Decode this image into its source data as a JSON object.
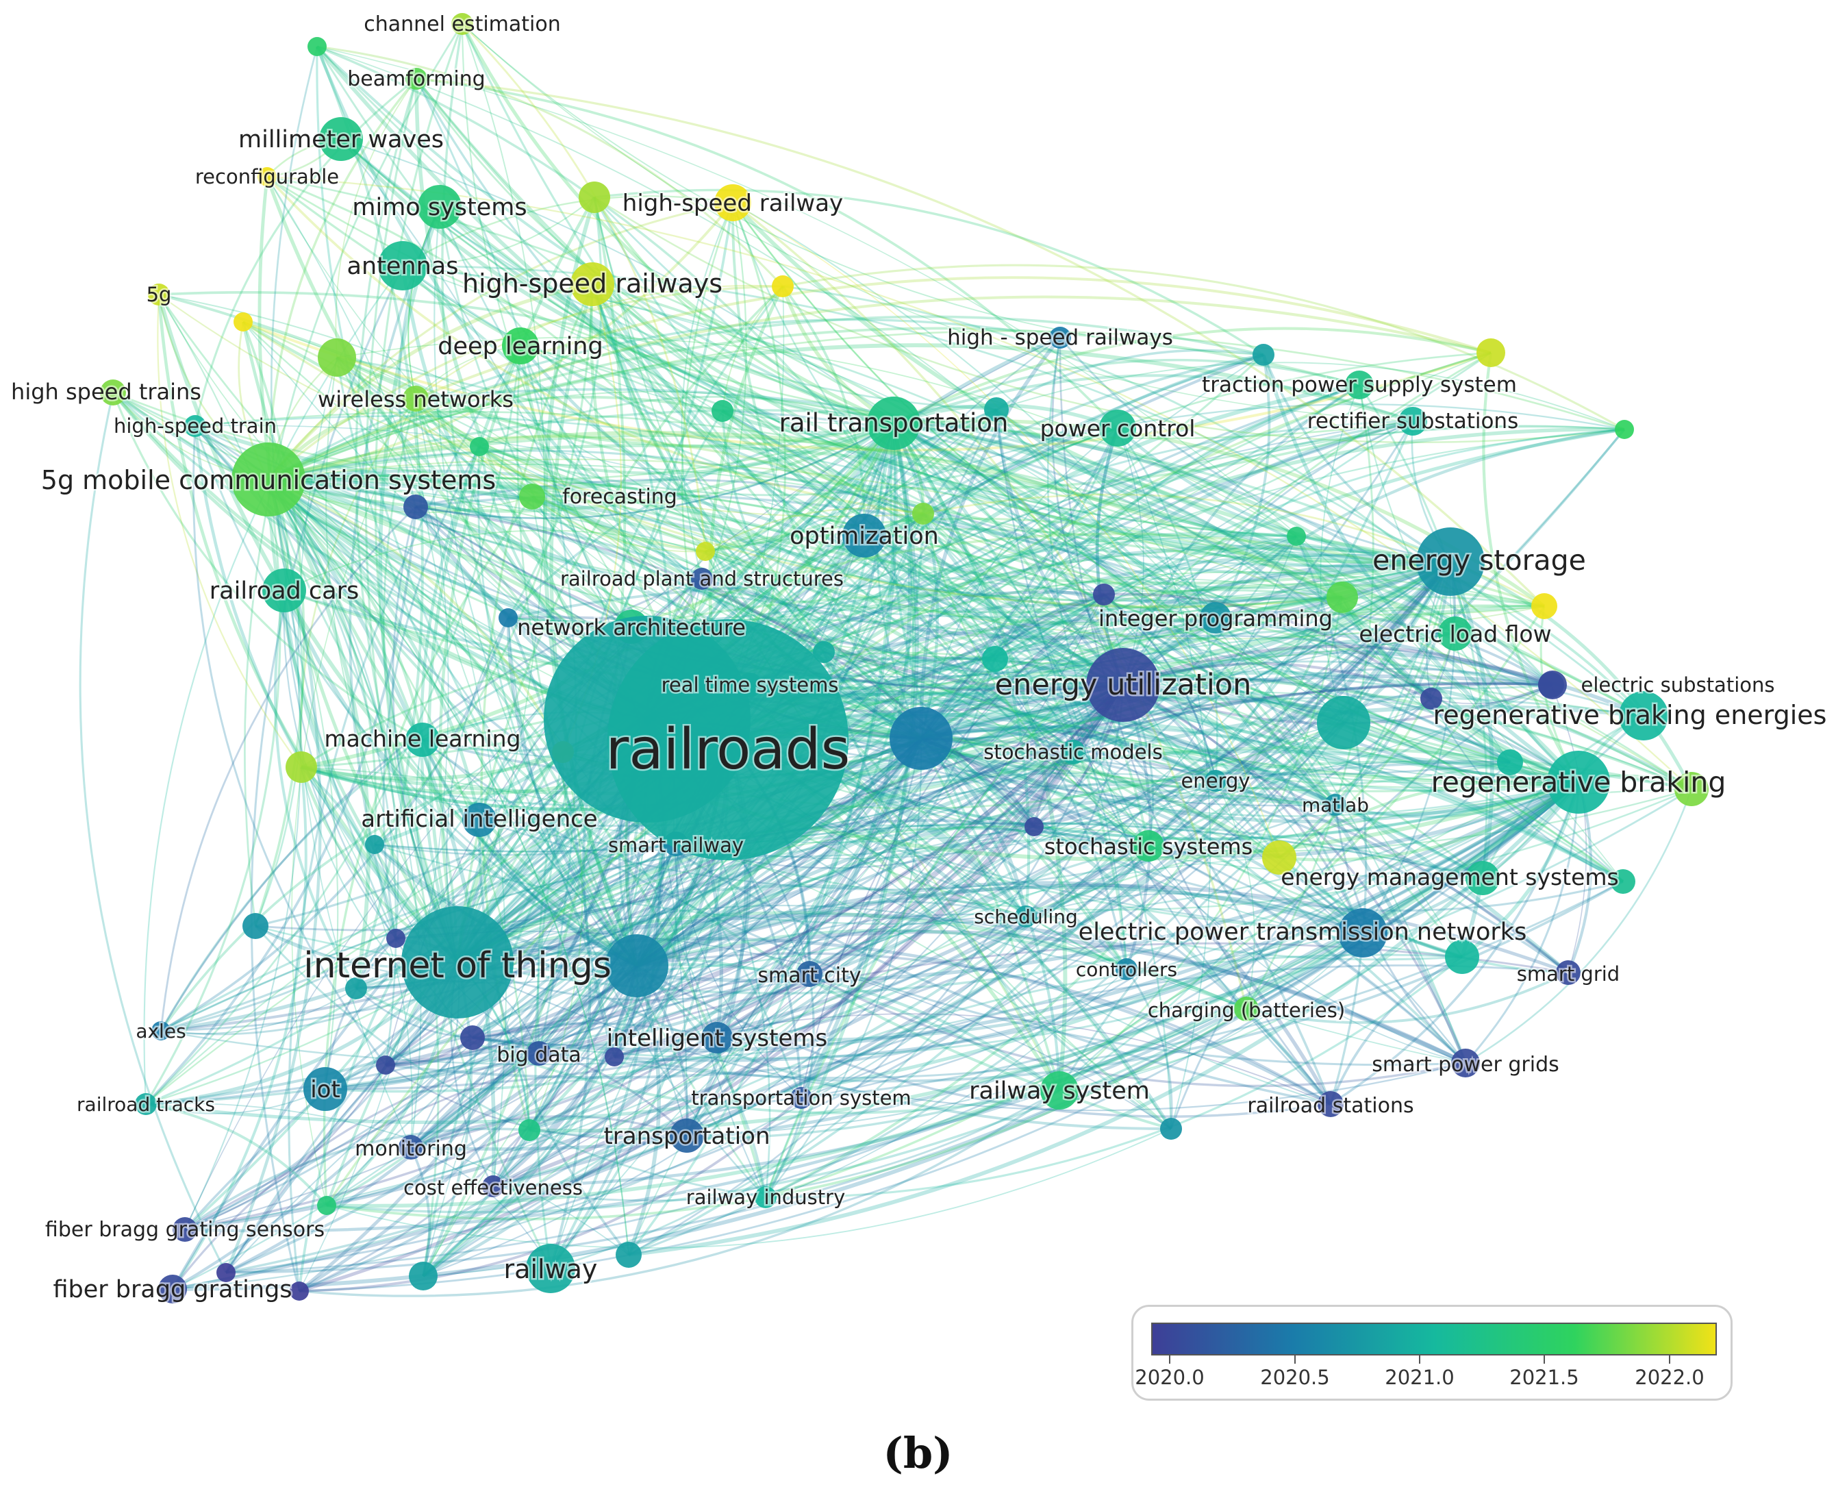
{
  "colors": {
    "2020.0": "#3e3f97",
    "2020.5": "#1a7caa",
    "2021.0": "#16b99e",
    "2021.5": "#2fd35e",
    "2022.0": "#f1e217",
    "label": "#222222"
  },
  "nodes": [
    {
      "id": "railroads",
      "label": "railroads",
      "year": 2020.9,
      "weight": 10
    },
    {
      "id": "railroads-b",
      "label": "",
      "year": 2020.85,
      "weight": 8.6
    },
    {
      "id": "internet-of-things",
      "label": "internet of things",
      "year": 2020.8,
      "weight": 4.8
    },
    {
      "id": "iot-hub2",
      "label": "",
      "year": 2020.6,
      "weight": 2.8
    },
    {
      "id": "energy-utilization",
      "label": "energy utilization",
      "year": 2020.1,
      "weight": 3.2
    },
    {
      "id": "energy-storage",
      "label": "energy storage",
      "year": 2020.7,
      "weight": 3.0
    },
    {
      "id": "regenerative-braking",
      "label": "regenerative braking",
      "year": 2021.0,
      "weight": 2.8
    },
    {
      "id": "regenerative-braking-energies",
      "label": "regenerative braking energies",
      "year": 2021.0,
      "weight": 2.2
    },
    {
      "id": "hub-east",
      "label": "",
      "year": 2020.5,
      "weight": 2.8
    },
    {
      "id": "hub-energy2",
      "label": "",
      "year": 2020.9,
      "weight": 2.4
    },
    {
      "id": "5g-mobile-communication-systems",
      "label": "5g mobile communication systems",
      "year": 2021.6,
      "weight": 3.2
    },
    {
      "id": "rail-transportation",
      "label": "rail transportation",
      "year": 2021.2,
      "weight": 2.4
    },
    {
      "id": "railway",
      "label": "railway",
      "year": 2020.9,
      "weight": 2.2
    },
    {
      "id": "millimeter-waves",
      "label": "millimeter waves",
      "year": 2021.2,
      "weight": 2.0
    },
    {
      "id": "mimo-systems",
      "label": "mimo systems",
      "year": 2021.3,
      "weight": 2.0
    },
    {
      "id": "antennas",
      "label": "antennas",
      "year": 2021.1,
      "weight": 2.2
    },
    {
      "id": "high-speed-railways",
      "label": "high-speed railways",
      "year": 2021.9,
      "weight": 2.0
    },
    {
      "id": "high-speed-railway",
      "label": "high-speed railway",
      "year": 2022.0,
      "weight": 1.7
    },
    {
      "id": "deep-learning",
      "label": "deep learning",
      "year": 2021.5,
      "weight": 1.7
    },
    {
      "id": "wireless-networks",
      "label": "wireless networks",
      "year": 2021.7,
      "weight": 1.3
    },
    {
      "id": "railroad-cars",
      "label": "railroad cars",
      "year": 2021.1,
      "weight": 2.0
    },
    {
      "id": "optimization",
      "label": "optimization",
      "year": 2020.6,
      "weight": 2.0
    },
    {
      "id": "energy-management-systems",
      "label": "energy management systems",
      "year": 2021.1,
      "weight": 1.6
    },
    {
      "id": "electric-power-transmission-networks",
      "label": "electric power transmission networks",
      "year": 2020.5,
      "weight": 2.2
    },
    {
      "id": "iot",
      "label": "iot",
      "year": 2020.6,
      "weight": 2.0
    },
    {
      "id": "intelligent-systems",
      "label": "intelligent systems",
      "year": 2020.4,
      "weight": 1.5
    },
    {
      "id": "artificial-intelligence",
      "label": "artificial intelligence",
      "year": 2020.6,
      "weight": 1.6
    },
    {
      "id": "machine-learning",
      "label": "machine learning",
      "year": 2021.0,
      "weight": 1.6
    },
    {
      "id": "power-control",
      "label": "power control",
      "year": 2021.1,
      "weight": 1.7
    },
    {
      "id": "electric-load-flow",
      "label": "electric load flow",
      "year": 2021.2,
      "weight": 1.6
    },
    {
      "id": "railway-system",
      "label": "railway system",
      "year": 2021.3,
      "weight": 1.8
    },
    {
      "id": "transportation",
      "label": "transportation",
      "year": 2020.3,
      "weight": 1.6
    },
    {
      "id": "network-architecture",
      "label": "network architecture",
      "year": 2021.2,
      "weight": 1.6
    },
    {
      "id": "integer-programming",
      "label": "integer programming",
      "year": 2020.7,
      "weight": 1.5
    },
    {
      "id": "stochastic-systems",
      "label": "stochastic systems",
      "year": 2021.3,
      "weight": 1.5
    },
    {
      "id": "traction-power-supply-system",
      "label": "traction power supply system",
      "year": 2021.2,
      "weight": 1.4
    },
    {
      "id": "rectifier-substations",
      "label": "rectifier substations",
      "year": 2021.0,
      "weight": 1.4
    },
    {
      "id": "smart-city",
      "label": "smart city",
      "year": 2020.3,
      "weight": 1.3
    },
    {
      "id": "smart-railway",
      "label": "smart railway",
      "year": 2020.6,
      "weight": 1.2
    },
    {
      "id": "big-data",
      "label": "big data",
      "year": 2020.2,
      "weight": 1.2
    },
    {
      "id": "monitoring",
      "label": "monitoring",
      "year": 2020.2,
      "weight": 1.2
    },
    {
      "id": "cost-effectiveness",
      "label": "cost effectiveness",
      "year": 2020.1,
      "weight": 1.1
    },
    {
      "id": "transportation-system",
      "label": "transportation system",
      "year": 2020.2,
      "weight": 1.1
    },
    {
      "id": "railway-industry",
      "label": "railway industry",
      "year": 2021.0,
      "weight": 1.1
    },
    {
      "id": "railroad-stations",
      "label": "railroad stations",
      "year": 2020.1,
      "weight": 1.3
    },
    {
      "id": "smart-power-grids",
      "label": "smart power grids",
      "year": 2020.1,
      "weight": 1.4
    },
    {
      "id": "smart-grid",
      "label": "smart grid",
      "year": 2020.1,
      "weight": 1.2
    },
    {
      "id": "charging-batteries",
      "label": "charging (batteries)",
      "year": 2021.6,
      "weight": 1.2
    },
    {
      "id": "controllers",
      "label": "controllers",
      "year": 2020.6,
      "weight": 1.1
    },
    {
      "id": "scheduling",
      "label": "scheduling",
      "year": 2020.8,
      "weight": 1.1
    },
    {
      "id": "matlab",
      "label": "matlab",
      "year": 2020.7,
      "weight": 1.1
    },
    {
      "id": "energy",
      "label": "energy",
      "year": 2020.8,
      "weight": 1.1
    },
    {
      "id": "stochastic-models",
      "label": "stochastic models",
      "year": 2020.9,
      "weight": 1.2
    },
    {
      "id": "real-time-systems",
      "label": "real time systems",
      "year": 2020.9,
      "weight": 1.2
    },
    {
      "id": "railroad-plant-and-structures",
      "label": "railroad plant and structures",
      "year": 2020.2,
      "weight": 1.1
    },
    {
      "id": "electric-substations",
      "label": "electric substations",
      "year": 2020.2,
      "weight": 1.3
    },
    {
      "id": "high-speed-railways-spaced",
      "label": "high - speed railways",
      "year": 2020.5,
      "weight": 1.1
    },
    {
      "id": "forecasting",
      "label": "forecasting",
      "year": 2021.6,
      "weight": 1.3
    },
    {
      "id": "channel-estimation",
      "label": "channel estimation",
      "year": 2021.8,
      "weight": 1.1
    },
    {
      "id": "beamforming",
      "label": "beamforming",
      "year": 2021.6,
      "weight": 1.1
    },
    {
      "id": "reconfigurable",
      "label": "reconfigurable",
      "year": 2022.0,
      "weight": 1.0
    },
    {
      "id": "5g",
      "label": "5g",
      "year": 2021.9,
      "weight": 1.1
    },
    {
      "id": "high-speed-trains",
      "label": "high speed trains",
      "year": 2021.7,
      "weight": 1.3
    },
    {
      "id": "high-speed-train",
      "label": "high-speed train",
      "year": 2021.0,
      "weight": 1.1
    },
    {
      "id": "axles",
      "label": "axles",
      "year": 2020.5,
      "weight": 1.0
    },
    {
      "id": "railroad-tracks",
      "label": "railroad tracks",
      "year": 2020.9,
      "weight": 1.1
    },
    {
      "id": "fiber-bragg-grating-sensors",
      "label": "fiber bragg grating sensors",
      "year": 2020.1,
      "weight": 1.2
    },
    {
      "id": "fiber-bragg-gratings",
      "label": "fiber bragg gratings",
      "year": 2020.1,
      "weight": 1.4
    },
    {
      "id": "n-5g-ant",
      "label": "",
      "year": 2021.7,
      "weight": 1.8
    },
    {
      "id": "n-yellow-hs",
      "label": "",
      "year": 2021.8,
      "weight": 1.5
    },
    {
      "id": "n-yellow-topright",
      "label": "",
      "year": 2022.0,
      "weight": 1.1
    },
    {
      "id": "n-yellow-5g",
      "label": "",
      "year": 2022.0,
      "weight": 1.0
    },
    {
      "id": "n-green-ml",
      "label": "",
      "year": 2021.8,
      "weight": 1.5
    },
    {
      "id": "n-green-top",
      "label": "",
      "year": 2021.4,
      "weight": 1.0
    },
    {
      "id": "n-green-mid",
      "label": "",
      "year": 2021.3,
      "weight": 1.0
    },
    {
      "id": "n-green-rt",
      "label": "",
      "year": 2021.2,
      "weight": 1.1
    },
    {
      "id": "n-teal-energy",
      "label": "",
      "year": 2021.0,
      "weight": 1.3
    },
    {
      "id": "n-teal-energy2",
      "label": "",
      "year": 2020.9,
      "weight": 1.2
    },
    {
      "id": "n-purple-1",
      "label": "",
      "year": 2020.1,
      "weight": 1.0
    },
    {
      "id": "n-purple-2",
      "label": "",
      "year": 2020.1,
      "weight": 1.0
    },
    {
      "id": "n-purple-3",
      "label": "",
      "year": 2020.1,
      "weight": 1.2
    },
    {
      "id": "n-purple-4",
      "label": "",
      "year": 2020.0,
      "weight": 1.0
    },
    {
      "id": "n-purple-5",
      "label": "",
      "year": 2020.0,
      "weight": 1.0
    },
    {
      "id": "n-purple-6",
      "label": "",
      "year": 2020.1,
      "weight": 1.0
    },
    {
      "id": "n-teal-sw1",
      "label": "",
      "year": 2020.7,
      "weight": 1.3
    },
    {
      "id": "n-teal-sw2",
      "label": "",
      "year": 2020.8,
      "weight": 1.1
    },
    {
      "id": "n-teal-sw3",
      "label": "",
      "year": 2020.8,
      "weight": 1.0
    },
    {
      "id": "n-teal-sw4",
      "label": "",
      "year": 2020.8,
      "weight": 1.4
    },
    {
      "id": "n-teal-sw5",
      "label": "",
      "year": 2020.8,
      "weight": 1.3
    },
    {
      "id": "n-green-sw",
      "label": "",
      "year": 2021.2,
      "weight": 1.1
    },
    {
      "id": "n-green-sw2",
      "label": "",
      "year": 2021.3,
      "weight": 1.0
    },
    {
      "id": "n-teal-bottom",
      "label": "",
      "year": 2020.7,
      "weight": 1.1
    },
    {
      "id": "n-green-right1",
      "label": "",
      "year": 2021.6,
      "weight": 1.5
    },
    {
      "id": "n-green-right2",
      "label": "",
      "year": 2021.5,
      "weight": 1.0
    },
    {
      "id": "n-green-right3",
      "label": "",
      "year": 2021.7,
      "weight": 1.6
    },
    {
      "id": "n-yellow-right",
      "label": "",
      "year": 2021.9,
      "weight": 1.4
    },
    {
      "id": "n-yellow-right2",
      "label": "",
      "year": 2022.0,
      "weight": 1.3
    },
    {
      "id": "n-yellow-right3",
      "label": "",
      "year": 2021.9,
      "weight": 1.6
    },
    {
      "id": "n-green-ec1",
      "label": "",
      "year": 2021.3,
      "weight": 1.0
    },
    {
      "id": "n-purple-ec1",
      "label": "",
      "year": 2020.1,
      "weight": 1.1
    },
    {
      "id": "n-purple-ec2",
      "label": "",
      "year": 2020.1,
      "weight": 1.4
    },
    {
      "id": "n-purple-ec3",
      "label": "",
      "year": 2020.1,
      "weight": 1.1
    },
    {
      "id": "n-purple-ec4",
      "label": "",
      "year": 2020.1,
      "weight": 1.0
    },
    {
      "id": "n-teal-ec2",
      "label": "",
      "year": 2020.8,
      "weight": 1.1
    },
    {
      "id": "n-teal-ec3",
      "label": "",
      "year": 2021.0,
      "weight": 1.3
    },
    {
      "id": "n-teal-ec4",
      "label": "",
      "year": 2021.0,
      "weight": 1.6
    },
    {
      "id": "n-teal-ec5",
      "label": "",
      "year": 2021.1,
      "weight": 1.2
    },
    {
      "id": "n-blue-5g",
      "label": "",
      "year": 2020.2,
      "weight": 1.2
    },
    {
      "id": "n-blue-net",
      "label": "",
      "year": 2020.5,
      "weight": 1.0
    },
    {
      "id": "n-yellow-mid",
      "label": "",
      "year": 2021.9,
      "weight": 1.1
    },
    {
      "id": "n-green-opt",
      "label": "",
      "year": 2021.7,
      "weight": 1.1
    },
    {
      "id": "n-teal-rs",
      "label": "",
      "year": 2020.9,
      "weight": 1.1
    },
    {
      "id": "n-yellow-ml",
      "label": "",
      "year": 2021.9,
      "weight": 1.0
    }
  ],
  "legend": {
    "ticks": [
      "2020.0",
      "2020.5",
      "2021.0",
      "2021.5",
      "2022.0"
    ]
  },
  "caption": "(b)"
}
